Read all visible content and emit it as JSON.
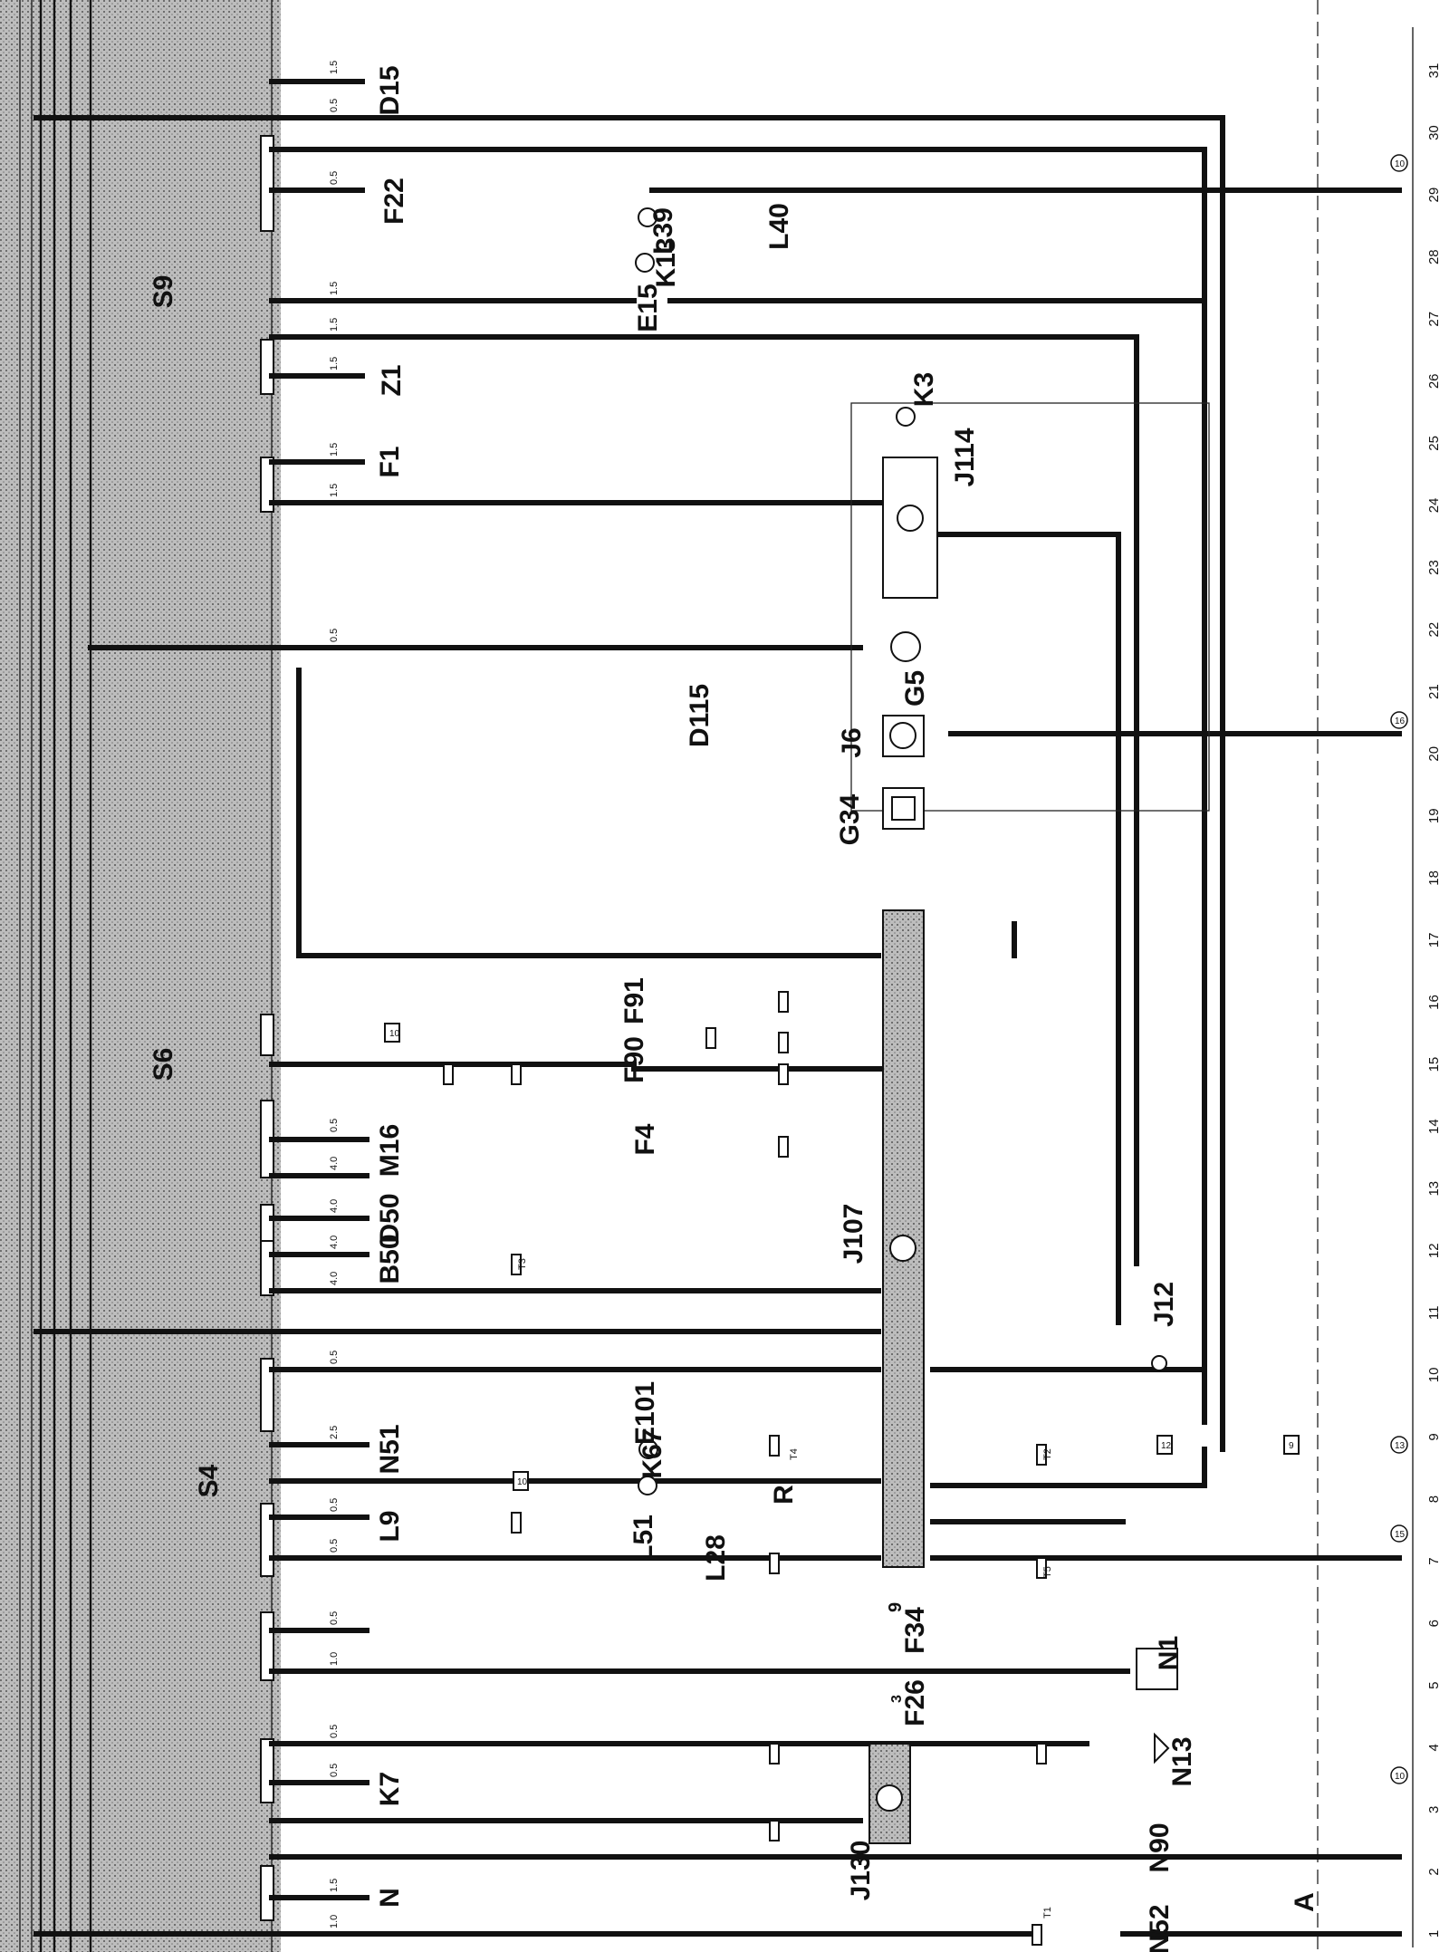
{
  "diagram": {
    "column_numbers": [
      "1",
      "2",
      "3",
      "4",
      "5",
      "6",
      "7",
      "8",
      "9",
      "10",
      "11",
      "12",
      "13",
      "14",
      "15",
      "16",
      "17",
      "18",
      "19",
      "20",
      "21",
      "22",
      "23",
      "24",
      "25",
      "26",
      "27",
      "28",
      "29",
      "30",
      "31"
    ],
    "components": [
      {
        "id": "D15",
        "text": "D15"
      },
      {
        "id": "F22",
        "text": "F22"
      },
      {
        "id": "L39",
        "text": "L39"
      },
      {
        "id": "K13",
        "text": "K13"
      },
      {
        "id": "L40",
        "text": "L40"
      },
      {
        "id": "E15",
        "text": "E15"
      },
      {
        "id": "S9",
        "text": "S9"
      },
      {
        "id": "Z1",
        "text": "Z1"
      },
      {
        "id": "F1",
        "text": "F1"
      },
      {
        "id": "J114",
        "text": "J114"
      },
      {
        "id": "K3",
        "text": "K3"
      },
      {
        "id": "G5",
        "text": "G5"
      },
      {
        "id": "D115",
        "text": "D115"
      },
      {
        "id": "J6",
        "text": "J6"
      },
      {
        "id": "G34",
        "text": "G34"
      },
      {
        "id": "F90",
        "text": "F90"
      },
      {
        "id": "F91",
        "text": "F91"
      },
      {
        "id": "S6",
        "text": "S6"
      },
      {
        "id": "F4",
        "text": "F4"
      },
      {
        "id": "M16",
        "text": "M16"
      },
      {
        "id": "D50",
        "text": "D50"
      },
      {
        "id": "B50",
        "text": "B50"
      },
      {
        "id": "J107",
        "text": "J107"
      },
      {
        "id": "J12",
        "text": "J12"
      },
      {
        "id": "E101",
        "text": "E101"
      },
      {
        "id": "K67",
        "text": "K67"
      },
      {
        "id": "N51",
        "text": "N51"
      },
      {
        "id": "L51",
        "text": "L51"
      },
      {
        "id": "L28",
        "text": "L28"
      },
      {
        "id": "R",
        "text": "R"
      },
      {
        "id": "L9",
        "text": "L9"
      },
      {
        "id": "S4",
        "text": "S4"
      },
      {
        "id": "F34",
        "text": "F34"
      },
      {
        "id": "F26",
        "text": "F26"
      },
      {
        "id": "N1",
        "text": "N1"
      },
      {
        "id": "N13",
        "text": "N13"
      },
      {
        "id": "K7",
        "text": "K7"
      },
      {
        "id": "J130",
        "text": "J130"
      },
      {
        "id": "N",
        "text": "N"
      },
      {
        "id": "N90",
        "text": "N90"
      },
      {
        "id": "A",
        "text": "A"
      },
      {
        "id": "N52",
        "text": "N52"
      }
    ],
    "connector_refs": [
      "10",
      "10",
      "10",
      "13",
      "9",
      "12",
      "15",
      "16",
      "10"
    ],
    "wire_labels": [
      "1.5",
      "0.5",
      "0.5",
      "1.5",
      "1.5",
      "1.5",
      "1.5",
      "1.5",
      "0.5",
      "0.5",
      "4.0",
      "4.0",
      "4.0",
      "4.0",
      "0.5",
      "2.5",
      "0.5",
      "0.5",
      "0.5",
      "1.0",
      "0.5",
      "0.5",
      "1.5",
      "1.0"
    ],
    "misc_labels": [
      "9",
      "3",
      "T1",
      "T2",
      "T3",
      "T4",
      "T5"
    ]
  }
}
